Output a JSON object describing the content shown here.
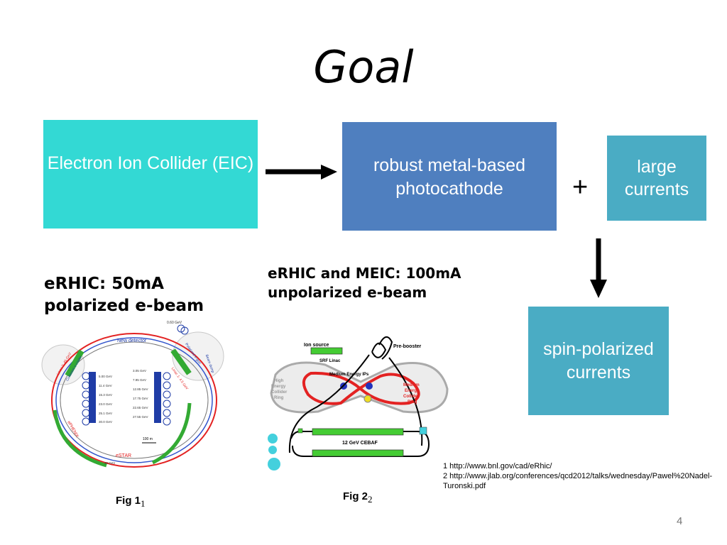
{
  "slide": {
    "title": "Goal",
    "page_number": "4"
  },
  "boxes": {
    "eic": "Electron Ion Collider (EIC)",
    "cathode": "robust metal-based photocathode",
    "plus": "+",
    "large": "large currents",
    "spin": "spin-polarized currents"
  },
  "labels": {
    "erhic": "eRHIC: 50mA polarized e-beam",
    "erhic_meic": "eRHIC and MEIC: 100mA unpolarized e-beam"
  },
  "fig1": {
    "caption": "Fig 1",
    "sub": "1",
    "texts": {
      "e_060": "0.60 GeV",
      "new_detector": "New detector",
      "linac2": "Linac 2: 45 GeV",
      "linac1": "Linac 1: 4.5 GeV",
      "coherent": "Coherent e-cooler",
      "polarized_source": "Polarized e-gun",
      "beam_dump": "Beam dump",
      "estar": "eSTAR",
      "ephenix": "ePHENIX",
      "scale": "100 m",
      "left_energies": [
        "5.00 GeV",
        "11.4 GeV",
        "15.3 GeV",
        "23.0 GeV",
        "25.1 GeV",
        "30.0 GeV"
      ],
      "right_energies": [
        "3.05 GeV",
        "7.95 GeV",
        "12.85 GeV",
        "17.75 GeV",
        "22.65 GeV",
        "27.55 GeV"
      ],
      "e_30": "30 GeV"
    }
  },
  "fig2": {
    "caption": "Fig 2",
    "sub": "2",
    "texts": {
      "ion_source": "Ion source",
      "pre_booster": "Pre-booster",
      "srf_linac": "SRF Linac",
      "medium_ips": "Medium Energy IPs",
      "high_ring_1": "High",
      "high_ring_2": "Energy",
      "high_ring_3": "Collider",
      "high_ring_4": "Ring",
      "medium_ring_1": "Medium",
      "medium_ring_2": "Energy",
      "medium_ring_3": "Collider",
      "medium_ring_4": "Ring",
      "cebaf": "12 GeV CEBAF"
    }
  },
  "references": [
    "1 http://www.bnl.gov/cad/eRhic/",
    "2 http://www.jlab.org/conferences/qcd2012/talks/wednesday/Pawel%20Nadel-Turonski.pdf"
  ],
  "colors": {
    "eic_box": "#33d9d4",
    "cathode_box": "#4f7fbf",
    "currents_box": "#4aacc4",
    "red_ring": "#e32222",
    "green_linac": "#44cc33"
  }
}
